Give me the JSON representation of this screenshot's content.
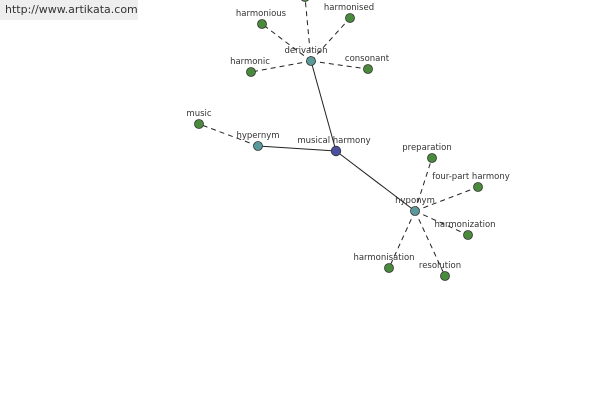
{
  "source_link": {
    "text": "http://www.artikata.com"
  },
  "colors": {
    "center": "#4a4fa0",
    "relation": "#5a9a9a",
    "word": "#4a8a3c",
    "edge": "#222222"
  },
  "graph": {
    "center": {
      "label": "musical harmony"
    },
    "relations": [
      {
        "id": "derivation",
        "label": "derivation",
        "words": [
          "harmonious",
          "harmonised",
          "harmonic",
          "consonant",
          ""
        ]
      },
      {
        "id": "hypernym",
        "label": "hypernym",
        "words": [
          "music"
        ]
      },
      {
        "id": "hyponym",
        "label": "hyponym",
        "words": [
          "preparation",
          "four-part harmony",
          "harmonization",
          "resolution",
          "harmonisation"
        ]
      }
    ]
  }
}
